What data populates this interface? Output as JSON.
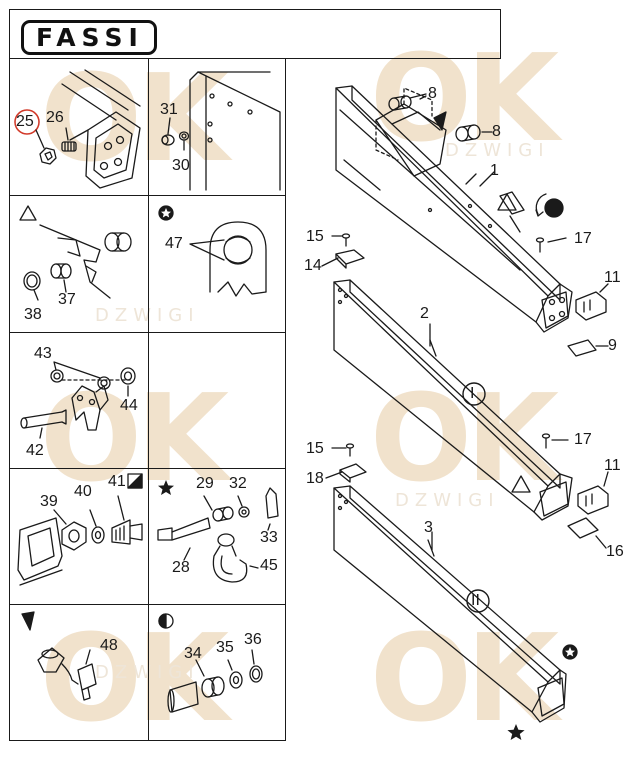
{
  "brand": {
    "logo_text": "FASSI"
  },
  "watermark": {
    "text": "OK",
    "subtext": "DZWIGI"
  },
  "colors": {
    "line": "#1a1a1a",
    "highlight_circle": "#d23a2a",
    "watermark": "#f1e2cc"
  },
  "symbols": {
    "triangle": "triangle-outline-icon",
    "star_circle": "star-in-circle-icon",
    "star": "star-icon",
    "half_square": "half-filled-square-icon",
    "wedge": "filled-wedge-icon",
    "half_circle": "half-filled-circle-icon",
    "filled_circle": "filled-circle-icon",
    "section_I": "I",
    "section_II": "II"
  },
  "cells": {
    "c1": {
      "labels": [
        "25",
        "26"
      ]
    },
    "c2": {
      "labels": [
        "31",
        "30"
      ]
    },
    "c3": {
      "labels": [
        "37",
        "38"
      ]
    },
    "c4": {
      "labels": [
        "47"
      ]
    },
    "c5": {
      "labels": [
        "43",
        "44",
        "42"
      ]
    },
    "c7": {
      "labels": [
        "39",
        "40",
        "41"
      ]
    },
    "c8": {
      "labels": [
        "29",
        "32",
        "33",
        "28",
        "45"
      ]
    },
    "c9": {
      "labels": [
        "48"
      ]
    },
    "c10": {
      "labels": [
        "34",
        "35",
        "36"
      ]
    }
  },
  "main": {
    "labels": [
      "8",
      "8",
      "1",
      "15",
      "14",
      "17",
      "11",
      "9",
      "2",
      "15",
      "17",
      "18",
      "11",
      "16",
      "3"
    ]
  }
}
